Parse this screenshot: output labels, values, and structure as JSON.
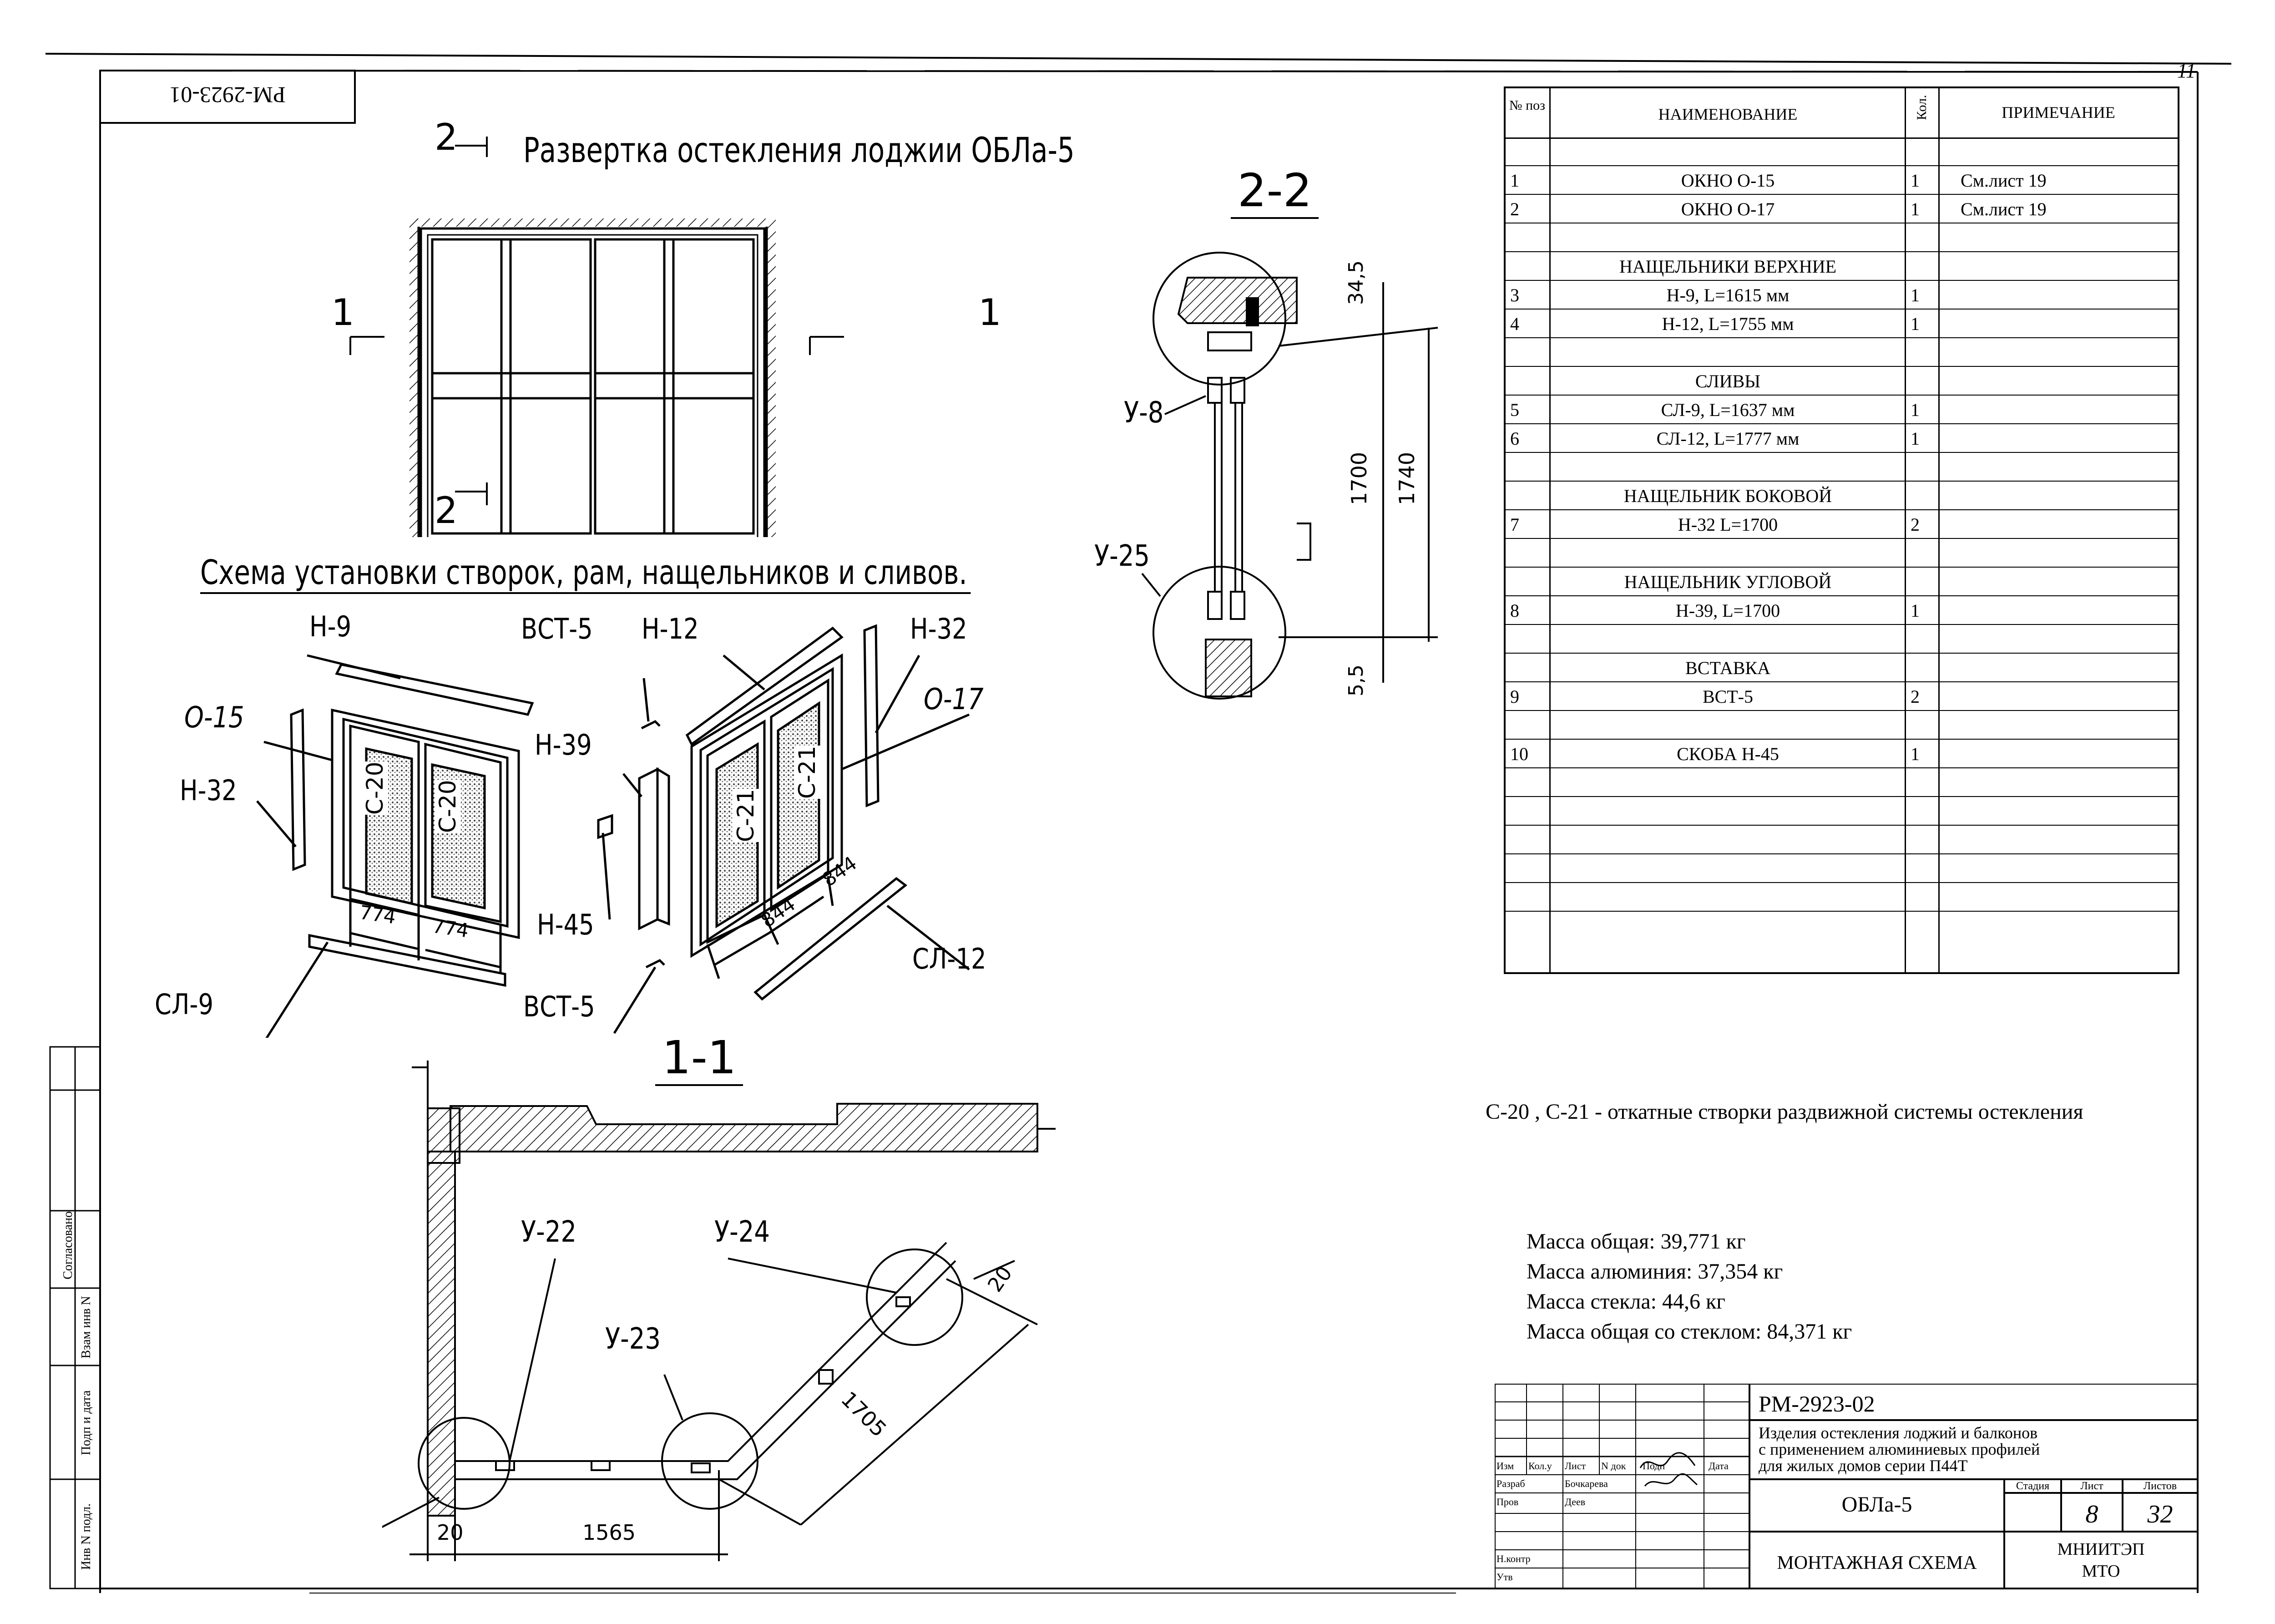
{
  "page_number": "11",
  "stamp_code": "РМ-2923-01",
  "top_view": {
    "title": "Развертка остекления лоджии ОБЛа-5",
    "section_2_marks": [
      "2",
      "2"
    ],
    "section_1_marks": [
      "1",
      "1"
    ]
  },
  "assembly": {
    "title": "Схема установки створок, рам, нащельников и сливов.",
    "labels": [
      "Н-9",
      "ВСТ-5",
      "Н-12",
      "Н-32",
      "О-15",
      "О-17",
      "Н-39",
      "Н-32",
      "Н-45",
      "СЛ-9",
      "ВСТ-5",
      "СЛ-12"
    ],
    "sash_labels": [
      "С-20",
      "С-20",
      "С-21",
      "С-21"
    ],
    "dims": [
      "774",
      "774",
      "844",
      "844"
    ]
  },
  "section_2_2": {
    "title": "2-2",
    "nodes": [
      "У-8",
      "У-25"
    ],
    "dims": [
      "34,5",
      "1700",
      "1740",
      "5,5"
    ]
  },
  "section_1_1": {
    "title": "1-1",
    "nodes": [
      "У-22",
      "У-24",
      "У-23"
    ],
    "dims": [
      "20",
      "1705",
      "20",
      "1565"
    ]
  },
  "spec_table": {
    "headers": {
      "pos": "№ поз",
      "name": "НАИМЕНОВАНИЕ",
      "qty": "Кол.",
      "note": "ПРИМЕЧАНИЕ"
    },
    "rows": [
      {
        "pos": "",
        "name": "",
        "qty": "",
        "note": ""
      },
      {
        "pos": "1",
        "name": "ОКНО О-15",
        "qty": "1",
        "note": "См.лист  19"
      },
      {
        "pos": "2",
        "name": "ОКНО О-17",
        "qty": "1",
        "note": "См.лист  19"
      },
      {
        "pos": "",
        "name": "",
        "qty": "",
        "note": ""
      },
      {
        "pos": "",
        "name": "НАЩЕЛЬНИКИ ВЕРХНИЕ",
        "qty": "",
        "note": ""
      },
      {
        "pos": "3",
        "name": "Н-9,  L=1615 мм",
        "qty": "1",
        "note": ""
      },
      {
        "pos": "4",
        "name": "Н-12,  L=1755 мм",
        "qty": "1",
        "note": ""
      },
      {
        "pos": "",
        "name": "",
        "qty": "",
        "note": ""
      },
      {
        "pos": "",
        "name": "СЛИВЫ",
        "qty": "",
        "note": ""
      },
      {
        "pos": "5",
        "name": "СЛ-9,  L=1637 мм",
        "qty": "1",
        "note": ""
      },
      {
        "pos": "6",
        "name": "СЛ-12,  L=1777 мм",
        "qty": "1",
        "note": ""
      },
      {
        "pos": "",
        "name": "",
        "qty": "",
        "note": ""
      },
      {
        "pos": "",
        "name": "НАЩЕЛЬНИК  БОКОВОЙ",
        "qty": "",
        "note": ""
      },
      {
        "pos": "7",
        "name": "Н-32 L=1700",
        "qty": "2",
        "note": ""
      },
      {
        "pos": "",
        "name": "",
        "qty": "",
        "note": ""
      },
      {
        "pos": "",
        "name": "НАЩЕЛЬНИК  УГЛОВОЙ",
        "qty": "",
        "note": ""
      },
      {
        "pos": "8",
        "name": "Н-39, L=1700",
        "qty": "1",
        "note": ""
      },
      {
        "pos": "",
        "name": "",
        "qty": "",
        "note": ""
      },
      {
        "pos": "",
        "name": "ВСТАВКА",
        "qty": "",
        "note": ""
      },
      {
        "pos": "9",
        "name": "ВСТ-5",
        "qty": "2",
        "note": ""
      },
      {
        "pos": "",
        "name": "",
        "qty": "",
        "note": ""
      },
      {
        "pos": "10",
        "name": "СКОБА  Н-45",
        "qty": "1",
        "note": ""
      },
      {
        "pos": "",
        "name": "",
        "qty": "",
        "note": ""
      },
      {
        "pos": "",
        "name": "",
        "qty": "",
        "note": ""
      },
      {
        "pos": "",
        "name": "",
        "qty": "",
        "note": ""
      },
      {
        "pos": "",
        "name": "",
        "qty": "",
        "note": ""
      },
      {
        "pos": "",
        "name": "",
        "qty": "",
        "note": ""
      }
    ]
  },
  "note_text": "С-20 ,  С-21 - откатные створки раздвижной системы остекления",
  "masses": [
    "Масса общая: 39,771 кг",
    "Масса алюминия: 37,354 кг",
    "Масса стекла: 44,6 кг",
    "Масса общая со стеклом: 84,371 кг"
  ],
  "title_block": {
    "code": "РМ-2923-02",
    "description": [
      "Изделия остекления лоджий и балконов",
      "с применением алюминиевых профилей",
      "для жилых домов серии П44Т"
    ],
    "header_cols": [
      "Изм",
      "Кол.у",
      "Лист",
      "N док",
      "Подп",
      "Дата"
    ],
    "people": [
      {
        "role": "Разраб",
        "name": "Бочкарева"
      },
      {
        "role": "Пров",
        "name": "Деев"
      },
      {
        "role": "Н.контр",
        "name": ""
      },
      {
        "role": "Утв",
        "name": ""
      }
    ],
    "object_name": "ОБЛа-5",
    "stage_headers": [
      "Стадия",
      "Лист",
      "Листов"
    ],
    "stage": "",
    "sheet": "8",
    "sheets": "32",
    "drawing_title": "МОНТАЖНАЯ СХЕМА",
    "organization": [
      "МНИИТЭП",
      "МТО"
    ]
  },
  "side_stamp": [
    "Согласовано",
    "Взам инв N",
    "Подп и дата",
    "Инв N подл."
  ]
}
